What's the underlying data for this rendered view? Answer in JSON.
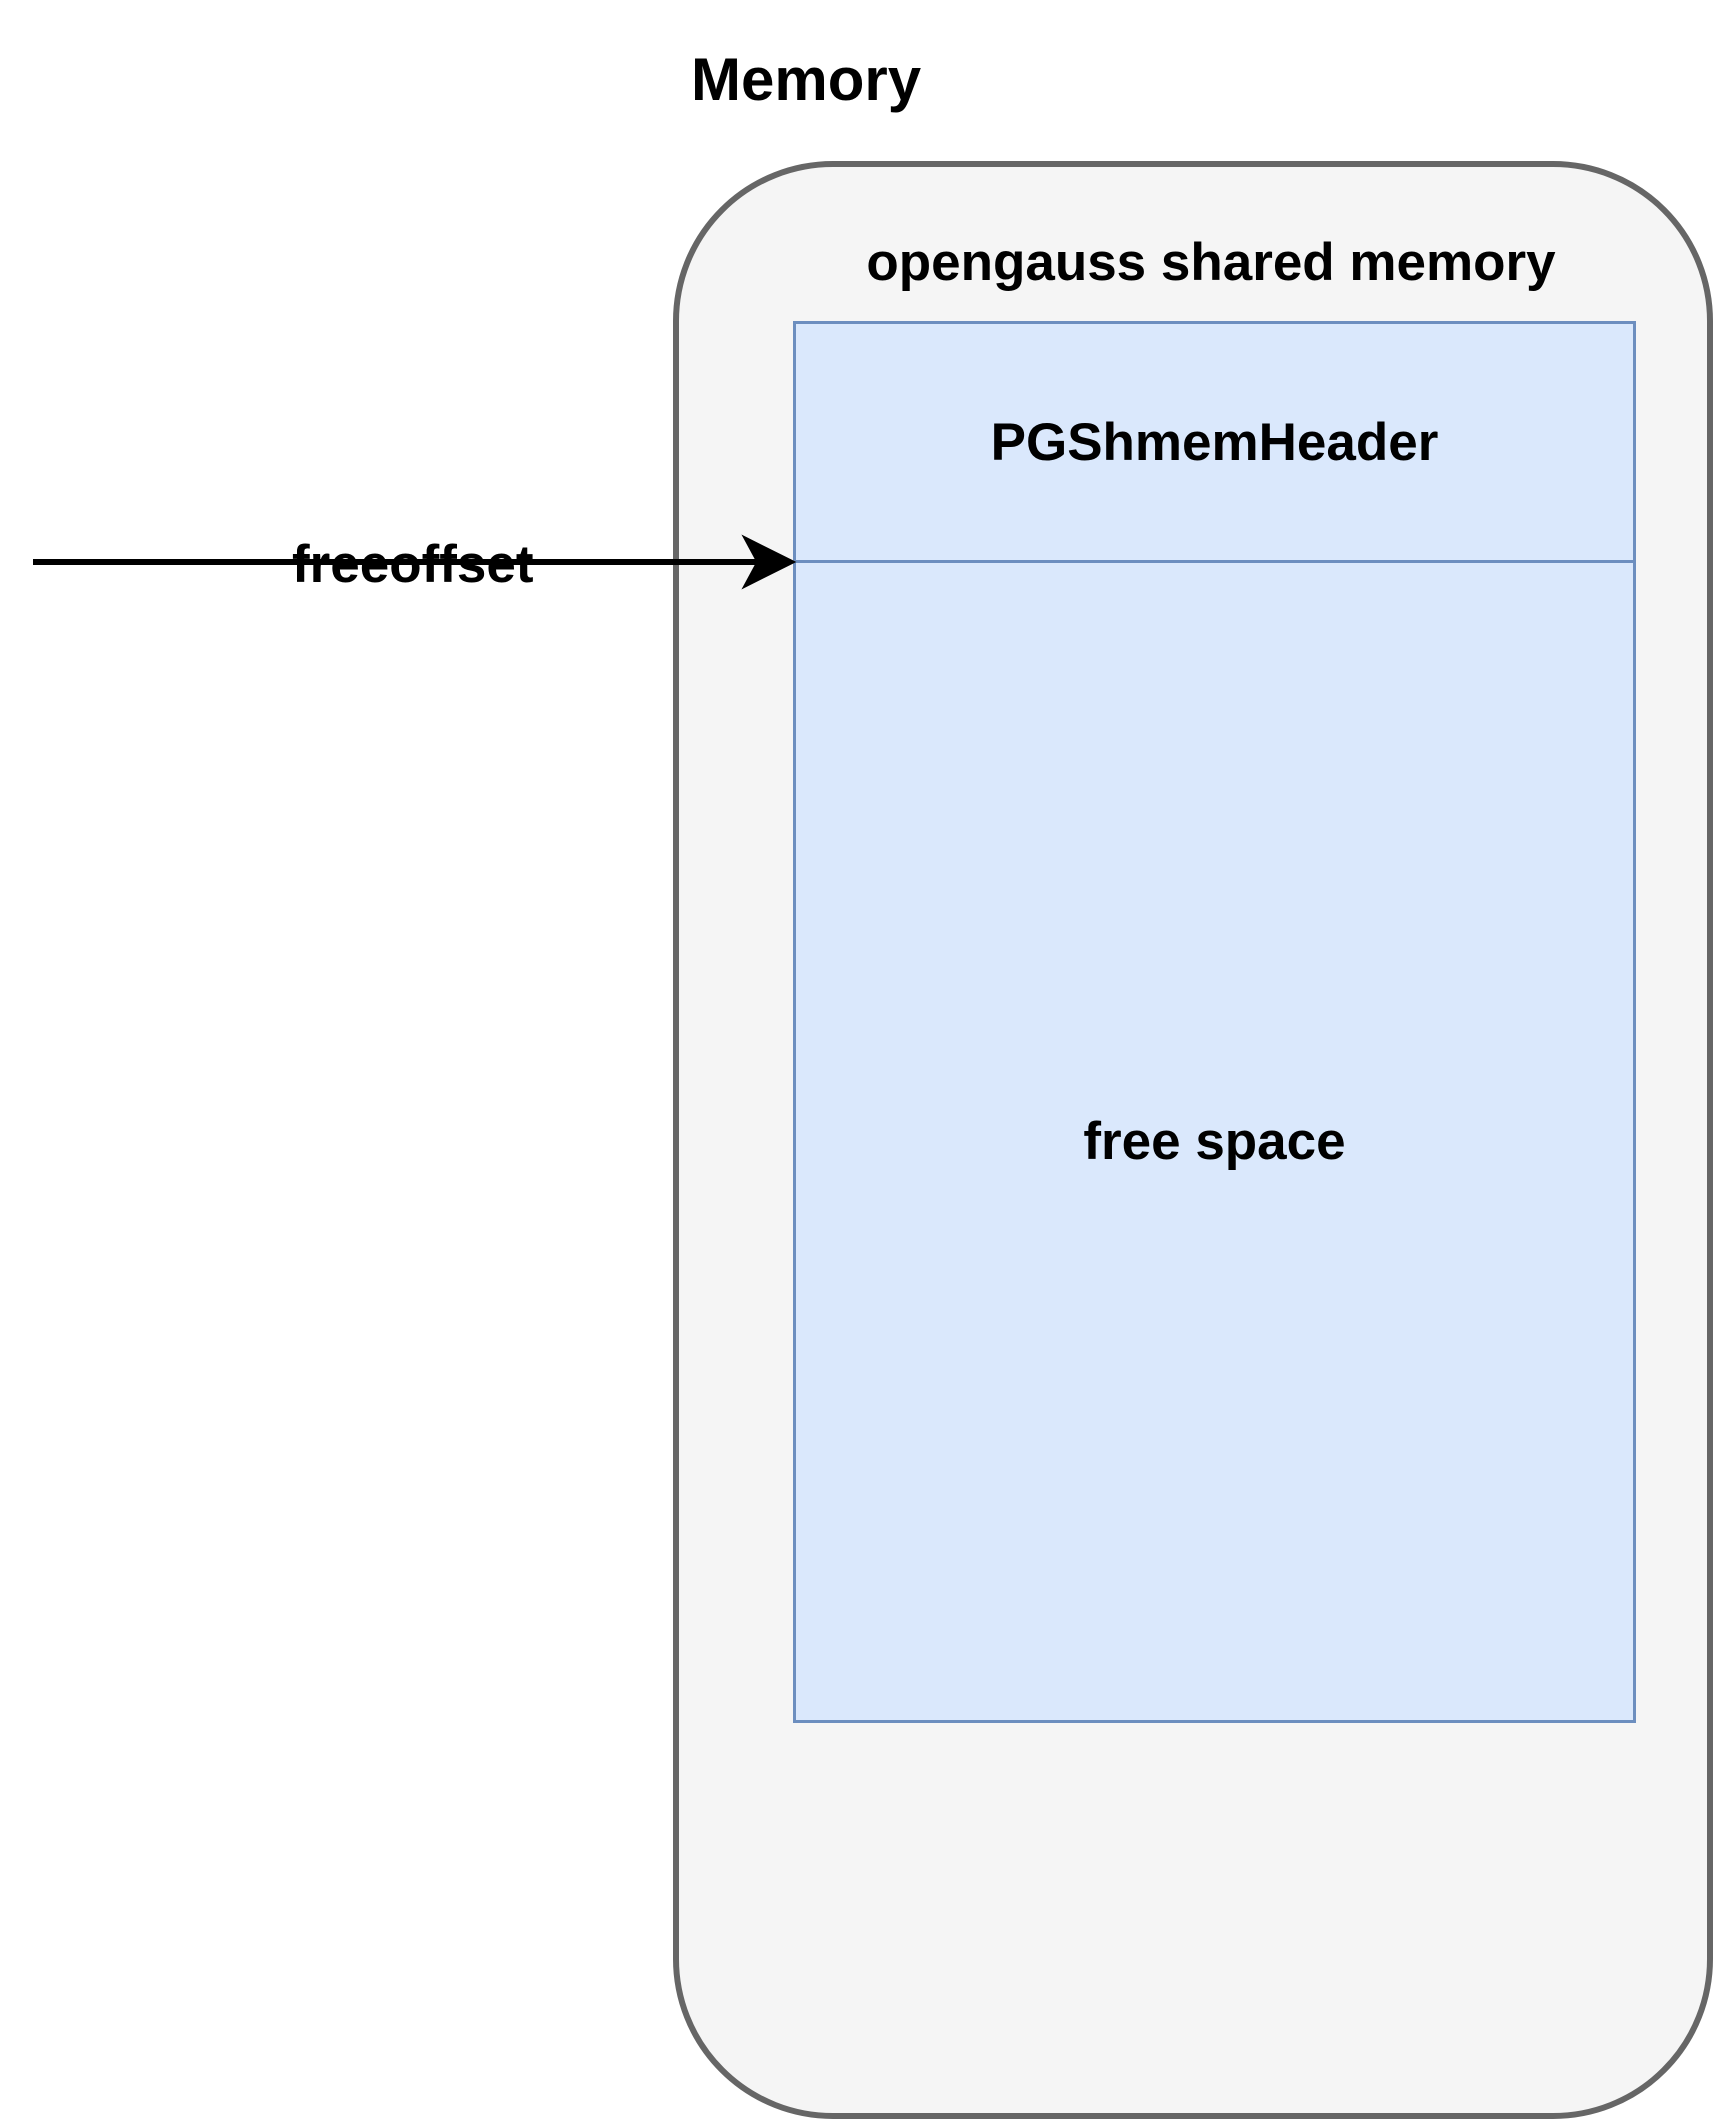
{
  "diagram": {
    "memory_title": "Memory",
    "shared_memory_title": "opengauss shared memory",
    "header_block_label": "PGShmemHeader",
    "free_block_label": "free space",
    "pointer_label": "freeoffset"
  },
  "colors": {
    "container_fill": "#f5f5f5",
    "container_stroke": "#666666",
    "block_fill": "#dae8fc",
    "block_stroke": "#6c8ebf",
    "arrow": "#000000"
  }
}
